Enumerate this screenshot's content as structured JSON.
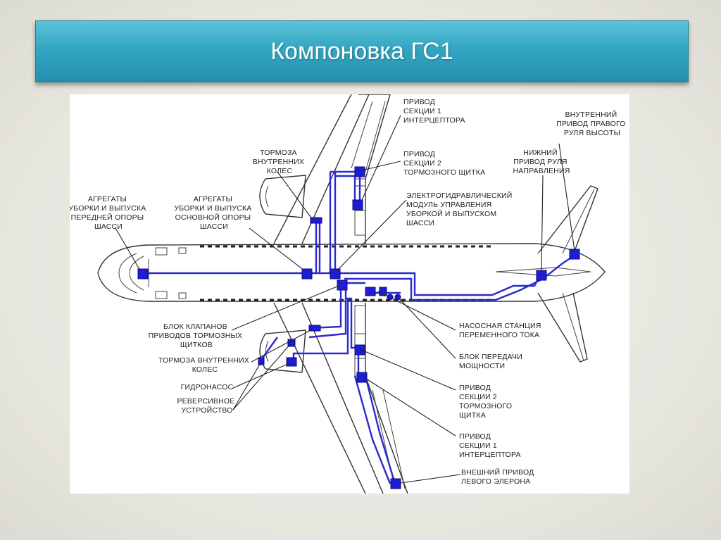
{
  "slide": {
    "title": "Компоновка ГС1"
  },
  "diagram": {
    "labels": {
      "nose_gear_units": [
        "АГРЕГАТЫ",
        "УБОРКИ И ВЫПУСКА",
        "ПЕРЕДНЕЙ ОПОРЫ",
        "ШАССИ"
      ],
      "main_gear_units": [
        "АГРЕГАТЫ",
        "УБОРКИ И ВЫПУСКА",
        "ОСНОВНОЙ ОПОРЫ",
        "ШАССИ"
      ],
      "inner_wheel_brakes_top": [
        "ТОРМОЗА",
        "ВНУТРЕННИХ",
        "КОЛЕС"
      ],
      "spoiler1_top": [
        "ПРИВОД",
        "СЕКЦИИ 1",
        "ИНТЕРЦЕПТОРА"
      ],
      "spoiler2_top": [
        "ПРИВОД",
        "СЕКЦИИ 2",
        "ТОРМОЗНОГО ЩИТКА"
      ],
      "gear_module": [
        "ЭЛЕКТРОГИДРАВЛИЧЕСКИЙ",
        "МОДУЛЬ УПРАВЛЕНИЯ",
        "УБОРКОЙ И ВЫПУСКОМ",
        "ШАССИ"
      ],
      "right_elevator": [
        "ВНУТРЕННИЙ",
        "ПРИВОД ПРАВОГО",
        "РУЛЯ ВЫСОТЫ"
      ],
      "rudder_lower": [
        "НИЖНИЙ",
        "ПРИВОД РУЛЯ",
        "НАПРАВЛЕНИЯ"
      ],
      "speedbrake_valves": [
        "БЛОК КЛАПАНОВ",
        "ПРИВОДОВ ТОРМОЗНЫХ",
        "ЩИТКОВ"
      ],
      "inner_wheel_brakes_bottom": [
        "ТОРМОЗА ВНУТРЕННИХ",
        "КОЛЕС"
      ],
      "hydro_pump": [
        "ГИДРОНАСОС"
      ],
      "thrust_reverser": [
        "РЕВЕРСИВНОЕ",
        "УСТРОЙСТВО"
      ],
      "ac_pump_station": [
        "НАСОСНАЯ СТАНЦИЯ",
        "ПЕРЕМЕННОГО ТОКА"
      ],
      "ptu": [
        "БЛОК ПЕРЕДАЧИ",
        "МОЩНОСТИ"
      ],
      "spoiler2_bottom": [
        "ПРИВОД",
        "СЕКЦИИ 2",
        "ТОРМОЗНОГО",
        "ЩИТКА"
      ],
      "spoiler1_bottom": [
        "ПРИВОД",
        "СЕКЦИИ 1",
        "ИНТЕРЦЕПТОРА"
      ],
      "left_aileron": [
        "ВНЕШНИЙ ПРИВОД",
        "ЛЕВОГО ЭЛЕРОНА"
      ]
    },
    "colors": {
      "pipe": "#2a2acf",
      "unit": "#1d1dd6",
      "title_bar": "#34a6c2"
    }
  }
}
